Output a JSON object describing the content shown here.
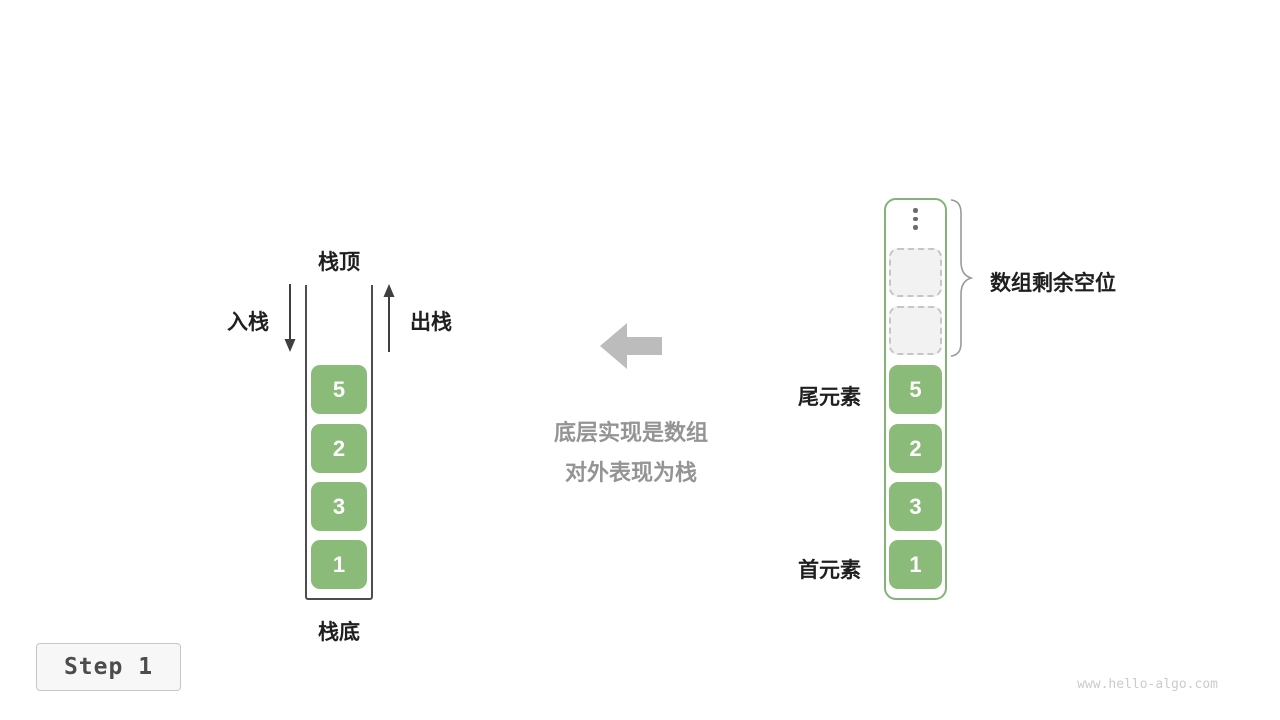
{
  "colors": {
    "cell_green": "#8ABB79",
    "array_border_green": "#84B378",
    "label_dark": "#1F1F1F",
    "caption_gray": "#949494",
    "flow_arrow_gray": "#BCBCBC",
    "dashed_border_gray": "#C6C6C6",
    "empty_slot_fill": "#F2F2F2",
    "stack_outline": "#4D4D4D",
    "brace_gray": "#9A9A9A",
    "watermark_gray": "#CBCBCB"
  },
  "stack": {
    "top_label": "栈顶",
    "bottom_label": "栈底",
    "push_label": "入栈",
    "pop_label": "出栈",
    "values": [
      "5",
      "2",
      "3",
      "1"
    ]
  },
  "middle": {
    "caption_line1": "底层实现是数组",
    "caption_line2": "对外表现为栈"
  },
  "array": {
    "remaining_label": "数组剩余空位",
    "tail_label": "尾元素",
    "head_label": "首元素",
    "empty_slot_count": 2,
    "values": [
      "5",
      "2",
      "3",
      "1"
    ]
  },
  "footer": {
    "step_label": "Step 1",
    "watermark": "www.hello-algo.com"
  },
  "icons": {
    "push_arrow": "↓",
    "pop_arrow": "↑",
    "flow_arrow": "←",
    "array_ellipsis": "⋮"
  }
}
